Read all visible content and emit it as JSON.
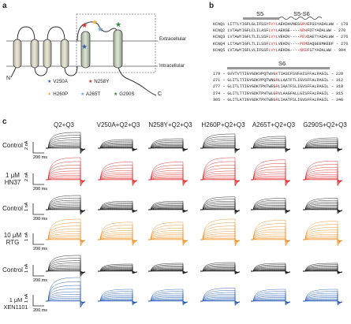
{
  "panels": {
    "a": "a",
    "b": "b",
    "c": "c"
  },
  "topology": {
    "extracellular": "Extracellular",
    "intracellular": "Intracellular",
    "n_term": "N",
    "c_term": "C",
    "legend": [
      {
        "label": "V250A",
        "color": "#3a5bb0"
      },
      {
        "label": "N258Y",
        "color": "#d42c2c"
      },
      {
        "label": "H260P",
        "color": "#f1b33a"
      },
      {
        "label": "A265T",
        "color": "#6ea7d8"
      },
      {
        "label": "G290S",
        "color": "#2b8a3e"
      }
    ]
  },
  "alignment": {
    "s5_label": "S5",
    "s5s6_label": "S5-S6",
    "s6_label": "S6",
    "top_rows": [
      {
        "name": "KCNQ1",
        "seq": "LITTLYIGFLGLIFSSYFVYLAEKDAVNESGRVEFGSYADALWW",
        "end": "- 178"
      },
      {
        "name": "KCNQ2",
        "seq": "LVTAWYIGFLCLILASFLVYLAEKGE----NDHFDTYADALWW",
        "end": "- 270"
      },
      {
        "name": "KCNQ3",
        "seq": "LVTAWYIGFLTLILSSFLVYLVEKDV----PEVDAETYADALWW",
        "end": "- 276"
      },
      {
        "name": "KCNQ4",
        "seq": "LITAWYIGFLTLILSSFLVYLVEKDV----PEMDAQGEEMKEEF",
        "end": "- 276"
      },
      {
        "name": "KCNQ5",
        "seq": "LVTAWYIGFLVLIFSSFLVYLAEKDA----NKEFSTYADALWW",
        "end": "- 304"
      }
    ],
    "bottom_rows": [
      {
        "start": "179 -",
        "seq": "GVVTVTTIGYGDKVPQTWVGKTIASCFSVFAISFFALPAGIL",
        "end": "- 220"
      },
      {
        "start": "271 -",
        "seq": "GLITLTTIGYGDKYPQTWNGRLLAATFTLIGVSFFALPAGIL",
        "end": "- 312"
      },
      {
        "start": "277 -",
        "seq": "GLITLTTIGYGDKTPKTWEGRLIAATFSLIGVSFFALPAGIL",
        "end": "- 318"
      },
      {
        "start": "274 -",
        "seq": "GLITLTTIGYGDKTPHTWLGRVLAAGFALLGISFFALPAGIL",
        "end": "- 315"
      },
      {
        "start": "305 -",
        "seq": "GLITLATIGYGDKTPKTWEGRLIAATFSLIGVSFFALPAGIL",
        "end": "- 346"
      }
    ]
  },
  "currents": {
    "column_titles": [
      "Q2+Q3",
      "V250A+Q2+Q3",
      "N258Y+Q2+Q3",
      "H260P+Q2+Q3",
      "A265T+Q2+Q3",
      "G290S+Q2+Q3"
    ],
    "rows": [
      {
        "label": "Control",
        "color": "#111111",
        "scale_y": "2 nA",
        "scale_x": "200 ms",
        "amps": [
          1.0,
          0.55,
          0.6,
          0.9,
          0.75,
          0.65
        ]
      },
      {
        "label": "1 μM\nHN37",
        "color": "#e02020",
        "scale_y": "2 nA",
        "scale_x": "200 ms",
        "amps": [
          1.0,
          0.8,
          0.8,
          1.0,
          0.9,
          0.85
        ]
      },
      {
        "label": "Control",
        "color": "#111111",
        "scale_y": "1 nA",
        "scale_x": "200 ms",
        "amps": [
          1.0,
          0.6,
          0.6,
          0.9,
          0.8,
          0.8
        ]
      },
      {
        "label": "10 μM\nRTG",
        "color": "#f08a1c",
        "scale_y": "1 nA",
        "scale_x": "200 ms",
        "amps": [
          1.0,
          0.85,
          0.85,
          1.0,
          0.95,
          0.9
        ]
      },
      {
        "label": "Control",
        "color": "#111111",
        "scale_y": "1 nA",
        "scale_x": "200 ms",
        "amps": [
          1.0,
          0.45,
          0.5,
          0.55,
          0.5,
          0.5
        ]
      },
      {
        "label": "1 μM\nXEN1101",
        "color": "#1e56b0",
        "scale_y": "1 nA",
        "scale_x": "200 ms",
        "amps": [
          1.0,
          0.5,
          0.5,
          0.55,
          0.5,
          0.5
        ]
      }
    ]
  }
}
